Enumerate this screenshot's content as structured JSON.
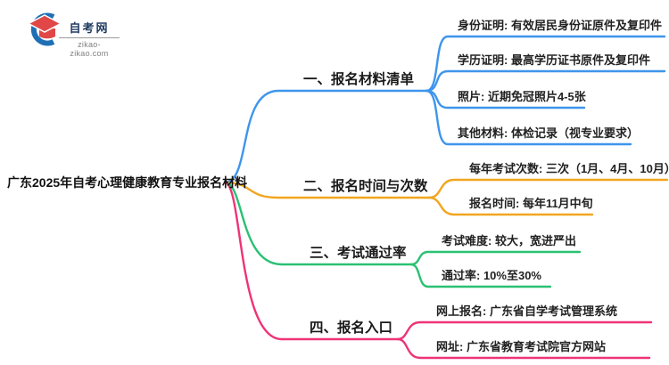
{
  "logo": {
    "site_name": "自考网",
    "site_url": "zikao-zikao.com"
  },
  "colors": {
    "branch_materials": "#3E95EC",
    "branch_time": "#F2A51F",
    "branch_passrate": "#29C172",
    "branch_entry": "#EF3377",
    "logo_crescent": "#1F6FB5",
    "logo_cap": "#E14747"
  },
  "mindmap": {
    "root": {
      "label": "广东2025年自考心理健康教育专业报名材料"
    },
    "branches": [
      {
        "label": "一、报名材料清单",
        "color": "#3E95EC",
        "leaves": [
          "身份证明: 有效居民身份证原件及复印件",
          "学历证明: 最高学历证书原件及复印件",
          "照片: 近期免冠照片4-5张",
          "其他材料: 体检记录（视专业要求）"
        ]
      },
      {
        "label": "二、报名时间与次数",
        "color": "#F2A51F",
        "leaves": [
          "每年考试次数: 三次（1月、4月、10月）",
          "报名时间: 每年11月中旬"
        ]
      },
      {
        "label": "三、考试通过率",
        "color": "#29C172",
        "leaves": [
          "考试难度: 较大，宽进严出",
          "通过率: 10%至30%"
        ]
      },
      {
        "label": "四、报名入口",
        "color": "#EF3377",
        "leaves": [
          "网上报名: 广东省自学考试管理系统",
          "网址: 广东省教育考试院官方网站"
        ]
      }
    ]
  }
}
